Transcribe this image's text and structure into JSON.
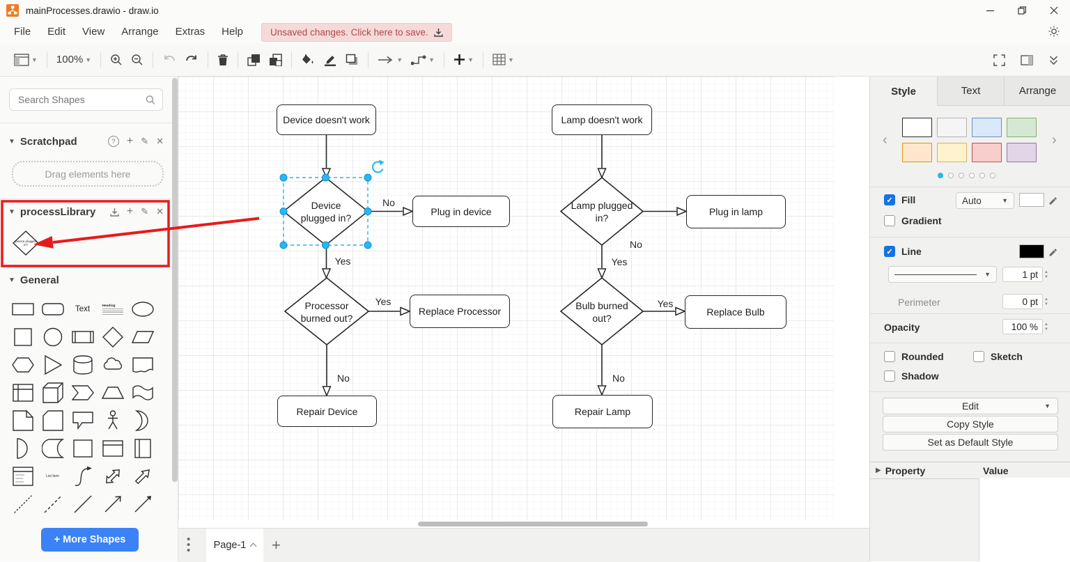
{
  "window": {
    "title": "mainProcesses.drawio - draw.io"
  },
  "menubar": {
    "items": [
      "File",
      "Edit",
      "View",
      "Arrange",
      "Extras",
      "Help"
    ],
    "unsaved_label": "Unsaved changes. Click here to save."
  },
  "toolbar": {
    "zoom": "100%"
  },
  "sidebar": {
    "search_placeholder": "Search Shapes",
    "scratchpad_title": "Scratchpad",
    "scratchpad_hint": "Drag elements here",
    "library_title": "processLibrary",
    "library_item_label": "Device plugged in?",
    "general_title": "General",
    "more_shapes_label": "+ More Shapes",
    "preview_text": "Text",
    "preview_heading": "Heading",
    "preview_list_item": "List Item",
    "general_shapes": [
      "rectangle",
      "rounded-rectangle",
      "text",
      "textbox",
      "ellipse",
      "square",
      "circle",
      "process",
      "diamond",
      "parallelogram",
      "hexagon",
      "triangle",
      "cylinder",
      "cloud",
      "document",
      "internal-storage",
      "cube",
      "step",
      "trapezoid",
      "tape",
      "note",
      "card",
      "callout",
      "actor",
      "or",
      "and",
      "data-storage",
      "container",
      "frame",
      "vertical-container",
      "list",
      "list-item",
      "curve",
      "bidirectional-arrow",
      "arrow",
      "dotted-line",
      "dashed-line",
      "line",
      "link",
      "directional-connector"
    ]
  },
  "canvas": {
    "nodes": {
      "device_doesnt_work": "Device doesn't work",
      "device_plugged_in": "Device plugged in?",
      "plug_in_device": "Plug in device",
      "processor_burned_out": "Processor burned out?",
      "replace_processor": "Replace Processor",
      "repair_device": "Repair Device",
      "lamp_doesnt_work": "Lamp doesn't work",
      "lamp_plugged_in": "Lamp plugged in?",
      "plug_in_lamp": "Plug in lamp",
      "bulb_burned_out": "Bulb burned out?",
      "replace_bulb": "Replace Bulb",
      "repair_lamp": "Repair Lamp"
    },
    "edge_labels": {
      "device_no": "No",
      "device_yes": "Yes",
      "processor_yes": "Yes",
      "processor_no": "No",
      "lamp_no": "No",
      "lamp_yes": "Yes",
      "bulb_yes": "Yes",
      "bulb_no": "No"
    },
    "selection_color": "#29b6f2"
  },
  "format_panel": {
    "tabs": [
      "Style",
      "Text",
      "Arrange"
    ],
    "swatches": [
      {
        "fill": "#ffffff",
        "border": "#2d2d2d"
      },
      {
        "fill": "#f5f5f5",
        "border": "#b3b3b3"
      },
      {
        "fill": "#dae8fc",
        "border": "#6c8ebf"
      },
      {
        "fill": "#d5e8d4",
        "border": "#82b366"
      },
      {
        "fill": "#ffe6cc",
        "border": "#d79b00"
      },
      {
        "fill": "#fff2cc",
        "border": "#d6b656"
      },
      {
        "fill": "#f8cecc",
        "border": "#b85450"
      },
      {
        "fill": "#e1d5e7",
        "border": "#9673a6"
      }
    ],
    "fill_label": "Fill",
    "fill_mode": "Auto",
    "fill_color": "#ffffff",
    "gradient_label": "Gradient",
    "line_label": "Line",
    "line_color": "#000000",
    "line_width": "1 pt",
    "perimeter_label": "Perimeter",
    "perimeter_value": "0 pt",
    "opacity_label": "Opacity",
    "opacity_value": "100 %",
    "rounded_label": "Rounded",
    "sketch_label": "Sketch",
    "shadow_label": "Shadow",
    "edit_button": "Edit",
    "copy_style_button": "Copy Style",
    "set_default_button": "Set as Default Style",
    "property_header": "Property",
    "value_header": "Value"
  },
  "pages": {
    "current": "Page-1"
  },
  "annotation": {
    "color": "#e81b1b"
  }
}
